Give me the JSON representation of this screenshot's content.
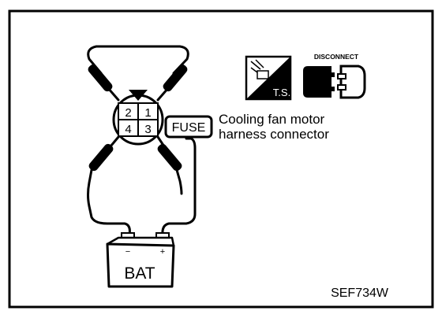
{
  "connector": {
    "pins": [
      "2",
      "1",
      "4",
      "3"
    ],
    "caption_line1": "Cooling fan motor",
    "caption_line2": "harness connector"
  },
  "fuse_label": "FUSE",
  "battery_label": "BAT",
  "icons": {
    "ts_label": "T.S.",
    "disconnect_label": "DISCONNECT"
  },
  "figure_code": "SEF734W"
}
